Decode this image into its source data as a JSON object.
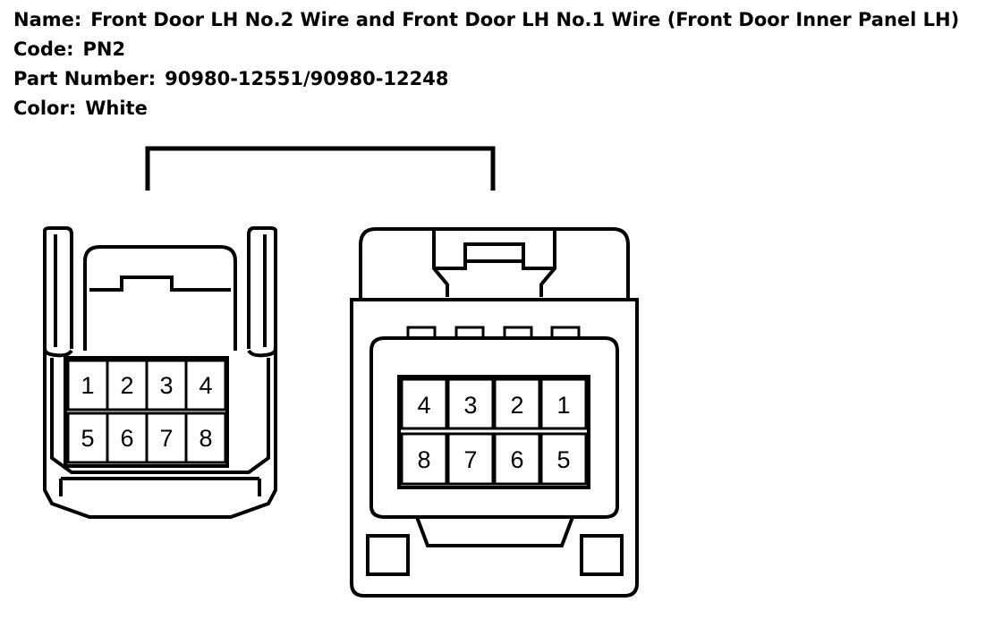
{
  "header": {
    "name_label": "Name:",
    "name_value": "Front Door LH No.2 Wire and Front Door LH No.1 Wire (Front Door Inner Panel LH)",
    "code_label": "Code:",
    "code_value": "PN2",
    "part_label": "Part Number:",
    "part_value": "90980-12551/90980-12248",
    "color_label": "Color:",
    "color_value": "White"
  },
  "connectors": {
    "left": {
      "pins": [
        "1",
        "2",
        "3",
        "4",
        "5",
        "6",
        "7",
        "8"
      ]
    },
    "right": {
      "pins": [
        "4",
        "3",
        "2",
        "1",
        "8",
        "7",
        "6",
        "5"
      ]
    }
  },
  "colors": {
    "line": "#000000",
    "background": "#ffffff"
  }
}
